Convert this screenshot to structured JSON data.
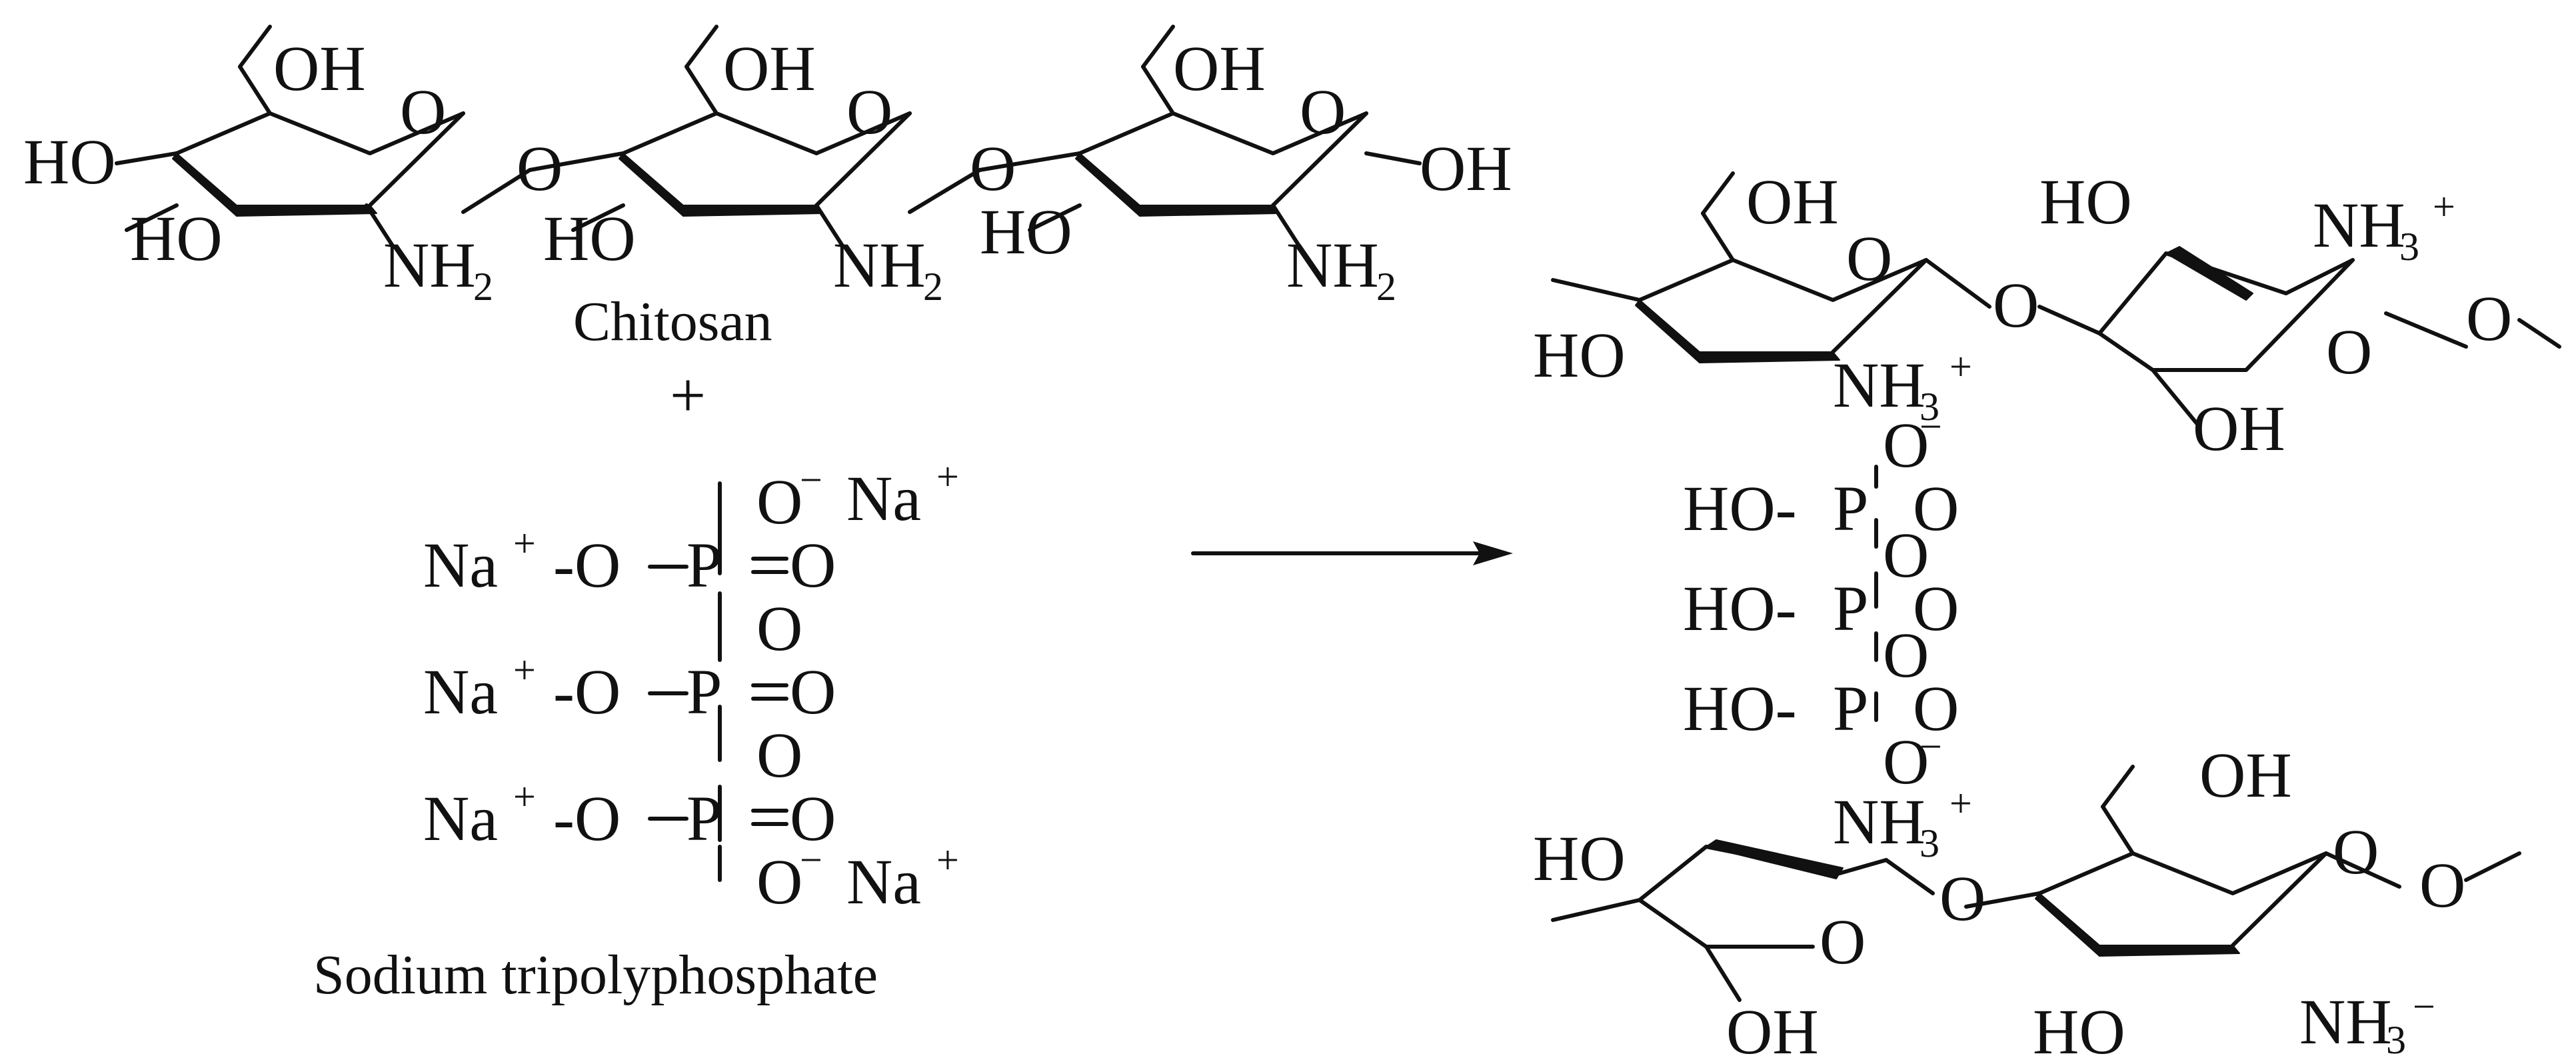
{
  "chitosan_label": "Chitosan",
  "plus_sign": "+",
  "tpp_label": "Sodium tripolyphosphate",
  "atoms": {
    "OH": "OH",
    "HO": "HO",
    "O": "O",
    "NH2": "NH",
    "sub2": "2",
    "NH3": "NH",
    "sub3": "3",
    "plus": "+",
    "minus": "−",
    "Na": "Na",
    "P": "P",
    "HO_P": "HO-",
    "O_anion": "O",
    "ester_O": "-O"
  }
}
